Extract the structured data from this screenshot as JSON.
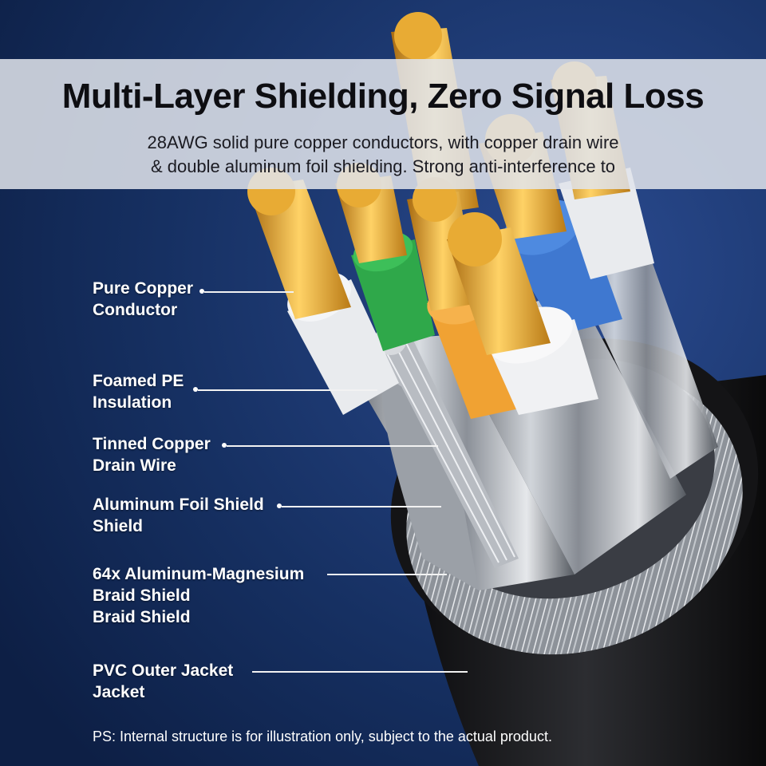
{
  "header": {
    "title": "Multi-Layer Shielding, Zero Signal Loss",
    "subtitle_line1": "28AWG solid pure copper conductors, with copper drain wire",
    "subtitle_line2": "& double aluminum foil shielding. Strong anti-interference to"
  },
  "labels": [
    {
      "line1": "Pure Copper",
      "line2": "Conductor"
    },
    {
      "line1": "Foamed PE",
      "line2": "Insulation"
    },
    {
      "line1": "Tinned Copper",
      "line2": "Drain Wire"
    },
    {
      "line1": "Aluminum Foil Shield",
      "line2": "Shield"
    },
    {
      "line1": "64x Aluminum-Magnesium",
      "line2": "Braid Shield",
      "line3": "Braid Shield"
    },
    {
      "line1": "PVC Outer Jacket",
      "line2": "Jacket"
    }
  ],
  "footnote": "PS: Internal structure is for illustration only, subject to the actual product.",
  "colors": {
    "background": "#13285a",
    "copper": "#e0a22a",
    "insulation_white": "#eef0f2",
    "insulation_green": "#2fa84a",
    "insulation_blue": "#3f78d0",
    "insulation_orange": "#f0a233",
    "jacket": "#1a1a1c"
  }
}
